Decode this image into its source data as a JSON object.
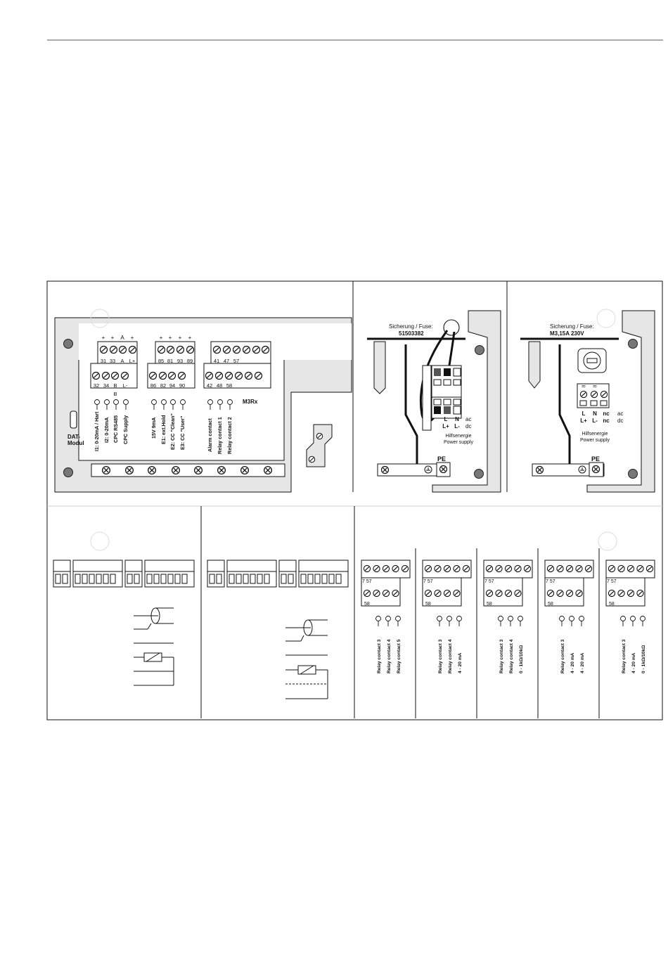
{
  "main_panel": {
    "terminal_block_1": {
      "top_signs": [
        "+",
        "+",
        "A",
        "+"
      ],
      "top_numbers": [
        "31",
        "33",
        "A",
        "L+"
      ],
      "mid_label": "B",
      "bottom_numbers": [
        "32",
        "34",
        "B",
        "L-"
      ],
      "signals": [
        "I1: 0-20mA / Hart",
        "I2: 0-20mA",
        "CPC RS485",
        "CPC Supply"
      ]
    },
    "terminal_block_2": {
      "top_signs": [
        "+",
        "+",
        "+",
        "+"
      ],
      "top_numbers": [
        "85",
        "81",
        "93",
        "89"
      ],
      "bottom_numbers": [
        "86",
        "82",
        "94",
        "90"
      ],
      "signals": [
        "15V  9mA",
        "E1: ext.Hold",
        "E2: CC \"Clean\"",
        "E3: CC \"User\""
      ]
    },
    "terminal_block_3": {
      "top_numbers": [
        "41",
        "47",
        "57"
      ],
      "bottom_numbers": [
        "42",
        "48",
        "58"
      ],
      "signals": [
        "Alarm contact",
        "Relay contact 1",
        "Relay contact 2"
      ]
    },
    "module_label": "M3Rx",
    "dat_module": [
      "DAT-",
      "Modul"
    ]
  },
  "power_panel_1": {
    "fuse_label": "Sicherung / Fuse:",
    "fuse_value": "51503382",
    "terminals": [
      "L",
      "N"
    ],
    "ac_label": "ac",
    "dc_terminals": [
      "L+",
      "L-"
    ],
    "dc_label": "dc",
    "power_label": [
      "Hilfsenergie",
      "Power supply"
    ],
    "pe_label": "PE"
  },
  "power_panel_2": {
    "fuse_label": "Sicherung / Fuse:",
    "fuse_value": "M3,15A 230V",
    "terminals": [
      "L",
      "N",
      "nc"
    ],
    "ac_label": "ac",
    "dc_terminals": [
      "L+",
      "L-",
      "nc"
    ],
    "dc_label": "dc",
    "power_label": [
      "Hilfsenergie",
      "Power supply"
    ],
    "pe_label": "PE"
  },
  "relay_modules": {
    "top_numbers": "7  57",
    "bottom_number": "58",
    "modules": [
      {
        "signals": [
          "Relay contact 3",
          "Relay contact 4",
          "Relay contact 5"
        ]
      },
      {
        "signals": [
          "Relay contact 3",
          "Relay contact 4",
          "4 - 20 mA"
        ]
      },
      {
        "signals": [
          "Relay contact 3",
          "Relay contact 4",
          "0 - 1kΩ/10kΩ"
        ]
      },
      {
        "signals": [
          "Relay contact 3",
          "4 - 20 mA",
          "4 - 20 mA"
        ]
      },
      {
        "signals": [
          "Relay contact 3",
          "4 - 20 mA",
          "0 - 1kΩ/10kΩ"
        ]
      }
    ]
  }
}
